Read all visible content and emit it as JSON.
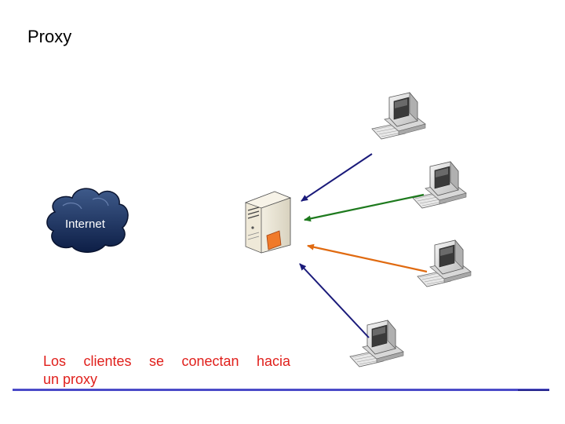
{
  "slide": {
    "title": "Proxy",
    "caption_line1": "Los clientes se conectan hacia",
    "caption_line2": "un proxy"
  },
  "diagram": {
    "internet_label": "Internet",
    "nodes": [
      {
        "id": "internet",
        "icon": "cloud-icon"
      },
      {
        "id": "proxy",
        "icon": "server-icon"
      },
      {
        "id": "client-1",
        "icon": "desktop-computer-icon"
      },
      {
        "id": "client-2",
        "icon": "desktop-computer-icon"
      },
      {
        "id": "client-3",
        "icon": "desktop-computer-icon"
      },
      {
        "id": "client-4",
        "icon": "desktop-computer-icon"
      }
    ],
    "connections": [
      {
        "from": "client-1",
        "to": "proxy",
        "color": "#1a1a7a"
      },
      {
        "from": "client-2",
        "to": "proxy",
        "color": "#1e7a1e"
      },
      {
        "from": "client-3",
        "to": "proxy",
        "color": "#e06a10"
      },
      {
        "from": "client-4",
        "to": "proxy",
        "color": "#1a1a7a"
      }
    ]
  },
  "colors": {
    "caption": "#e0201c",
    "rule": "#4a4ac8"
  }
}
